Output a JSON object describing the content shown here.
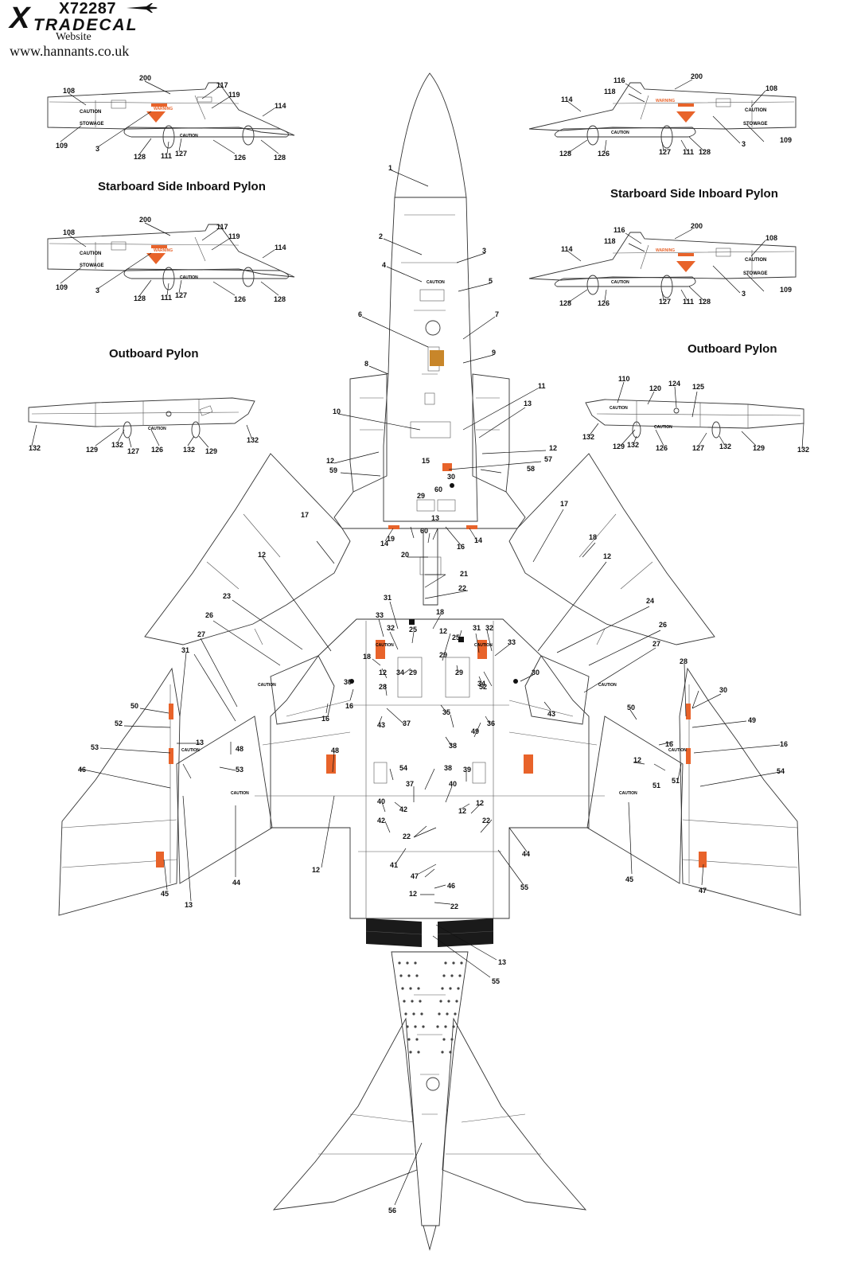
{
  "header": {
    "product_code": "X72287",
    "brand_mark": "X",
    "brand_name": "TRADECAL",
    "website_label": "Website",
    "website_url": "www.hannants.co.uk"
  },
  "sections": {
    "starboard_inboard_left": "Starboard Side Inboard Pylon",
    "starboard_inboard_right": "Starboard Side Inboard Pylon",
    "outboard_left": "Outboard Pylon",
    "outboard_right": "Outboard Pylon"
  },
  "pylon_callouts": {
    "p1": [
      "108",
      "200",
      "117",
      "119",
      "114",
      "109",
      "3",
      "128",
      "111",
      "127",
      "126",
      "128"
    ],
    "p2": [
      "116",
      "200",
      "118",
      "108",
      "114",
      "3",
      "109",
      "128",
      "126",
      "127",
      "111",
      "128"
    ],
    "p3": [
      "108",
      "200",
      "117",
      "119",
      "114",
      "109",
      "3",
      "128",
      "111",
      "127",
      "126",
      "128"
    ],
    "p4": [
      "116",
      "200",
      "118",
      "108",
      "114",
      "3",
      "109",
      "128",
      "126",
      "127",
      "111",
      "128"
    ],
    "p5": [
      "132",
      "129",
      "132",
      "127",
      "126",
      "132",
      "129",
      "132"
    ],
    "p6": [
      "110",
      "120",
      "124",
      "125",
      "132",
      "129",
      "132",
      "126",
      "127",
      "132",
      "129",
      "132"
    ]
  },
  "aircraft_callouts": [
    "1",
    "2",
    "3",
    "4",
    "5",
    "6",
    "7",
    "8",
    "9",
    "10",
    "11",
    "13",
    "12",
    "12",
    "57",
    "15",
    "59",
    "30",
    "58",
    "60",
    "29",
    "13",
    "14",
    "60",
    "16",
    "14",
    "19",
    "20",
    "21",
    "22",
    "17",
    "17",
    "18",
    "12",
    "12",
    "23",
    "24",
    "31",
    "18",
    "26",
    "26",
    "33",
    "32",
    "25",
    "12",
    "25",
    "31",
    "32",
    "27",
    "33",
    "27",
    "18",
    "29",
    "12",
    "29",
    "29",
    "30",
    "30",
    "34",
    "34",
    "31",
    "28",
    "28",
    "52",
    "50",
    "50",
    "30",
    "16",
    "35",
    "16",
    "43",
    "37",
    "36",
    "43",
    "52",
    "49",
    "49",
    "38",
    "13",
    "16",
    "53",
    "16",
    "48",
    "48",
    "12",
    "53",
    "51",
    "51",
    "46",
    "54",
    "54",
    "38",
    "39",
    "37",
    "40",
    "40",
    "42",
    "12",
    "12",
    "42",
    "22",
    "22",
    "41",
    "12",
    "44",
    "44",
    "45",
    "45",
    "47",
    "47",
    "13",
    "46",
    "55",
    "12",
    "22",
    "13",
    "55",
    "56",
    "22"
  ],
  "decal_text": {
    "warning": "WARNING",
    "caution": "CAUTION",
    "stowage": "STOWAGE"
  }
}
